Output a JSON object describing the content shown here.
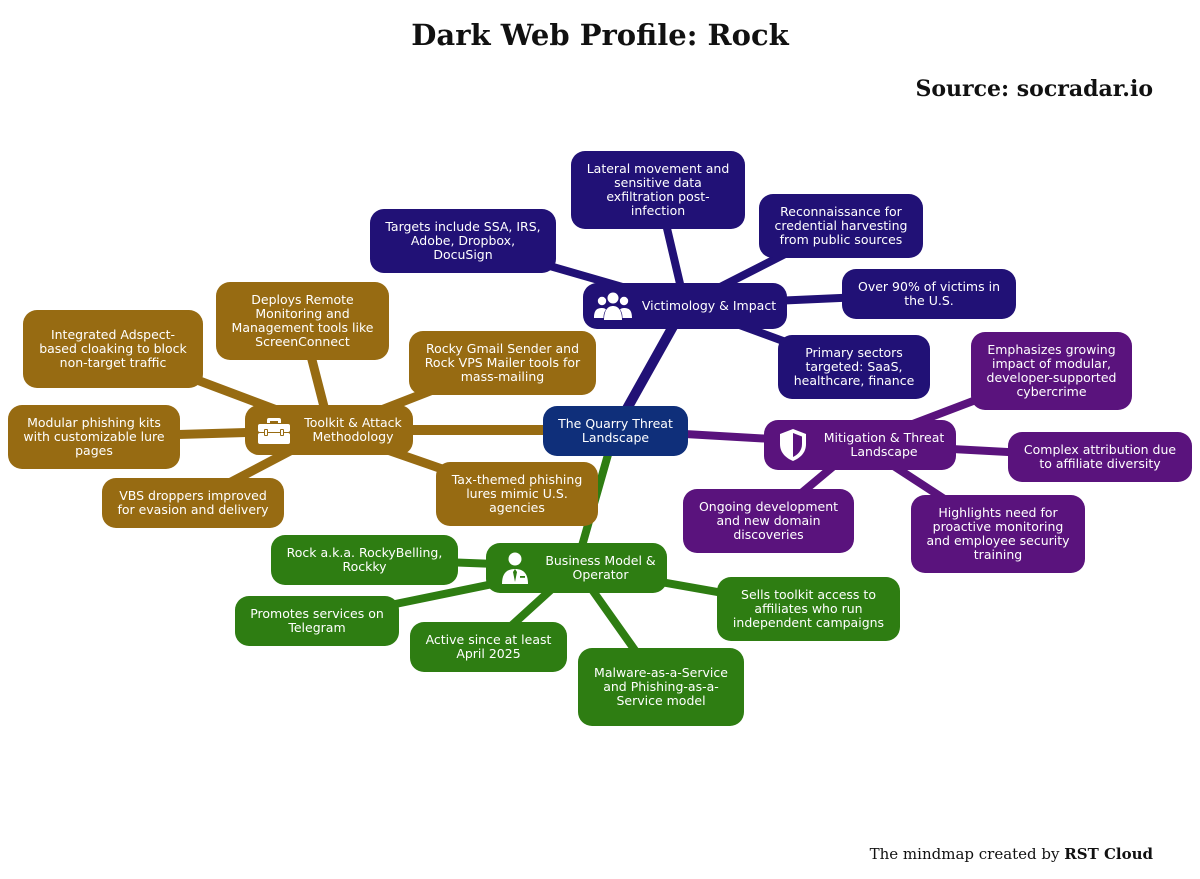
{
  "title": "Dark Web Profile: Rock",
  "source": "Source: socradar.io",
  "footer": {
    "prefix": "The mindmap created by",
    "brand": "RST Cloud"
  },
  "colors": {
    "toolkit": "#976b12",
    "victimology": "#211176",
    "mitigation": "#5a137d",
    "business": "#2e7d12",
    "center": "#0f2f7a"
  },
  "center": "The Quarry Threat Landscape",
  "victimology": {
    "label": "Victimology & Impact",
    "icon": "users-group-icon",
    "items": [
      "Lateral movement and sensitive data exfiltration post-infection",
      "Targets include SSA, IRS, Adobe, Dropbox, DocuSign",
      "Reconnaissance for credential harvesting from public sources",
      "Over 90% of victims in the U.S.",
      "Primary sectors targeted: SaaS, healthcare, finance"
    ]
  },
  "toolkit": {
    "label": "Toolkit & Attack Methodology",
    "icon": "toolbox-icon",
    "items": [
      "Deploys Remote Monitoring and Management tools like ScreenConnect",
      "Integrated Adspect-based cloaking to block non-target traffic",
      "Rocky Gmail Sender and Rock VPS Mailer tools for mass-mailing",
      "Modular phishing kits with customizable lure pages",
      "Tax-themed phishing lures mimic U.S. agencies",
      "VBS droppers improved for evasion and delivery"
    ]
  },
  "mitigation": {
    "label": "Mitigation & Threat Landscape",
    "icon": "shield-icon",
    "items": [
      "Emphasizes growing impact of modular, developer-supported cybercrime",
      "Complex attribution due to affiliate diversity",
      "Ongoing development and new domain discoveries",
      "Highlights need for proactive monitoring and employee security training"
    ]
  },
  "business": {
    "label": "Business Model & Operator",
    "icon": "operator-icon",
    "items": [
      "Rock a.k.a. RockyBelling, Rockky",
      "Promotes services on Telegram",
      "Active since at least April 2025",
      "Malware-as-a-Service and Phishing-as-a-Service model",
      "Sells toolkit access to affiliates who run independent campaigns"
    ]
  }
}
